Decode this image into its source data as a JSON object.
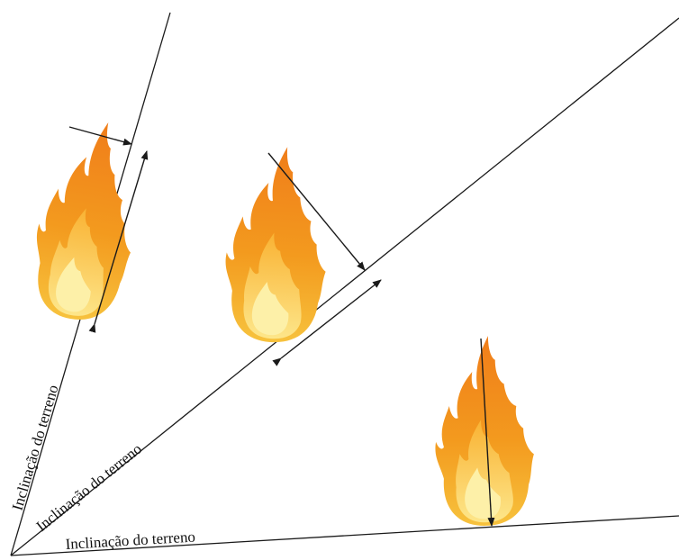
{
  "slopes": [
    {
      "label": "Inclinação do terreno"
    },
    {
      "label": "Inclinação do terreno"
    },
    {
      "label": "Inclinação do terreno"
    }
  ],
  "colors": {
    "line": "#1a1a1a",
    "flame_outer": "#f07d1a",
    "flame_mid": "#f6a521",
    "flame_inner": "#fbd35a",
    "flame_core": "#fdf0a8"
  }
}
